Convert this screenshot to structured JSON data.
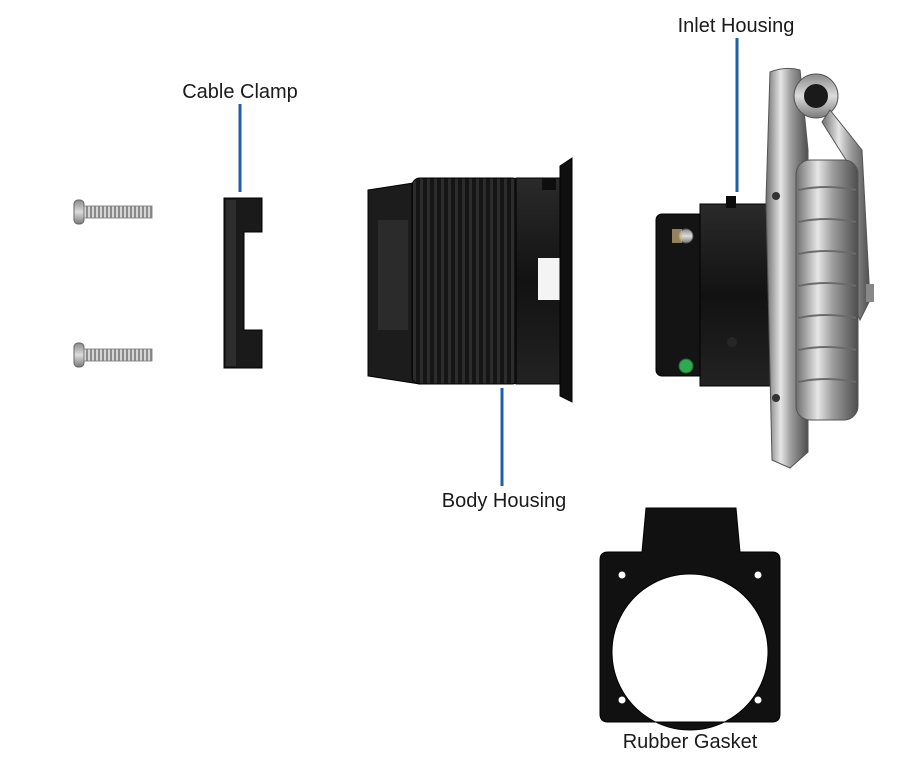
{
  "labels": {
    "cable_clamp": "Cable Clamp",
    "inlet_housing": "Inlet Housing",
    "body_housing": "Body Housing",
    "rubber_gasket": "Rubber Gasket"
  },
  "colors": {
    "leader_line": "#1f5fa8",
    "part_black": "#141414",
    "screw_metal": "#9a9a9a",
    "stainless": "#b9b9b9",
    "terminal_green": "#2fa84f"
  }
}
